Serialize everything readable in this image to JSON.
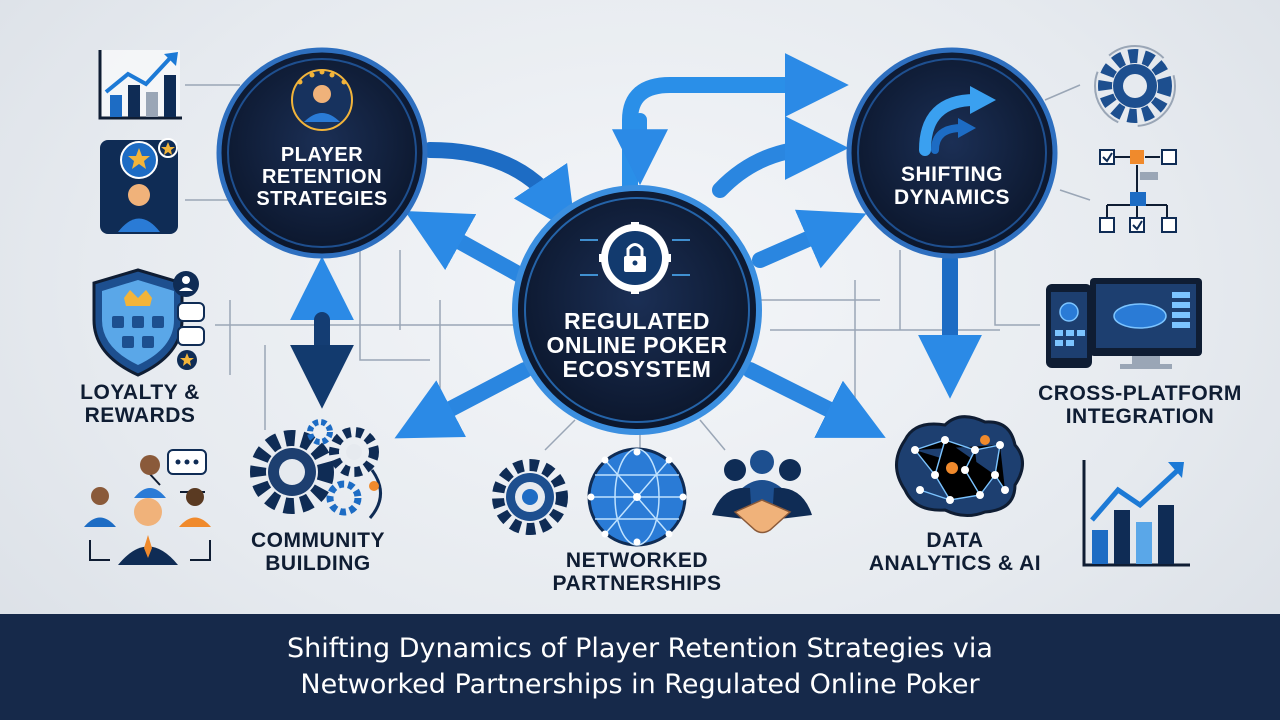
{
  "hubs": {
    "player_retention": "PLAYER\nRETENTION\nSTRATEGIES",
    "regulated_ecosystem": "REGULATED\nONLINE POKER\nECOSYSTEM",
    "shifting_dynamics": "SHIFTING\nDYNAMICS"
  },
  "labels": {
    "loyalty": "LOYALTY &\nREWARDS",
    "community": "COMMUNITY\nBUILDING",
    "networked": "NETWORKED\nPARTNERSHIPS",
    "data_ai": "DATA\nANALYTICS & AI",
    "cross_platform": "CROSS-PLATFORM\nINTEGRATION"
  },
  "footer": {
    "line1": "Shifting Dynamics of Player Retention Strategies via",
    "line2": "Networked Partnerships in Regulated Online Poker"
  },
  "colors": {
    "navy": "#0f1d33",
    "accent_blue": "#1d7ad6",
    "glow_blue": "#4fb3ff",
    "orange": "#f08a2c",
    "footer_bg": "#16294a"
  }
}
